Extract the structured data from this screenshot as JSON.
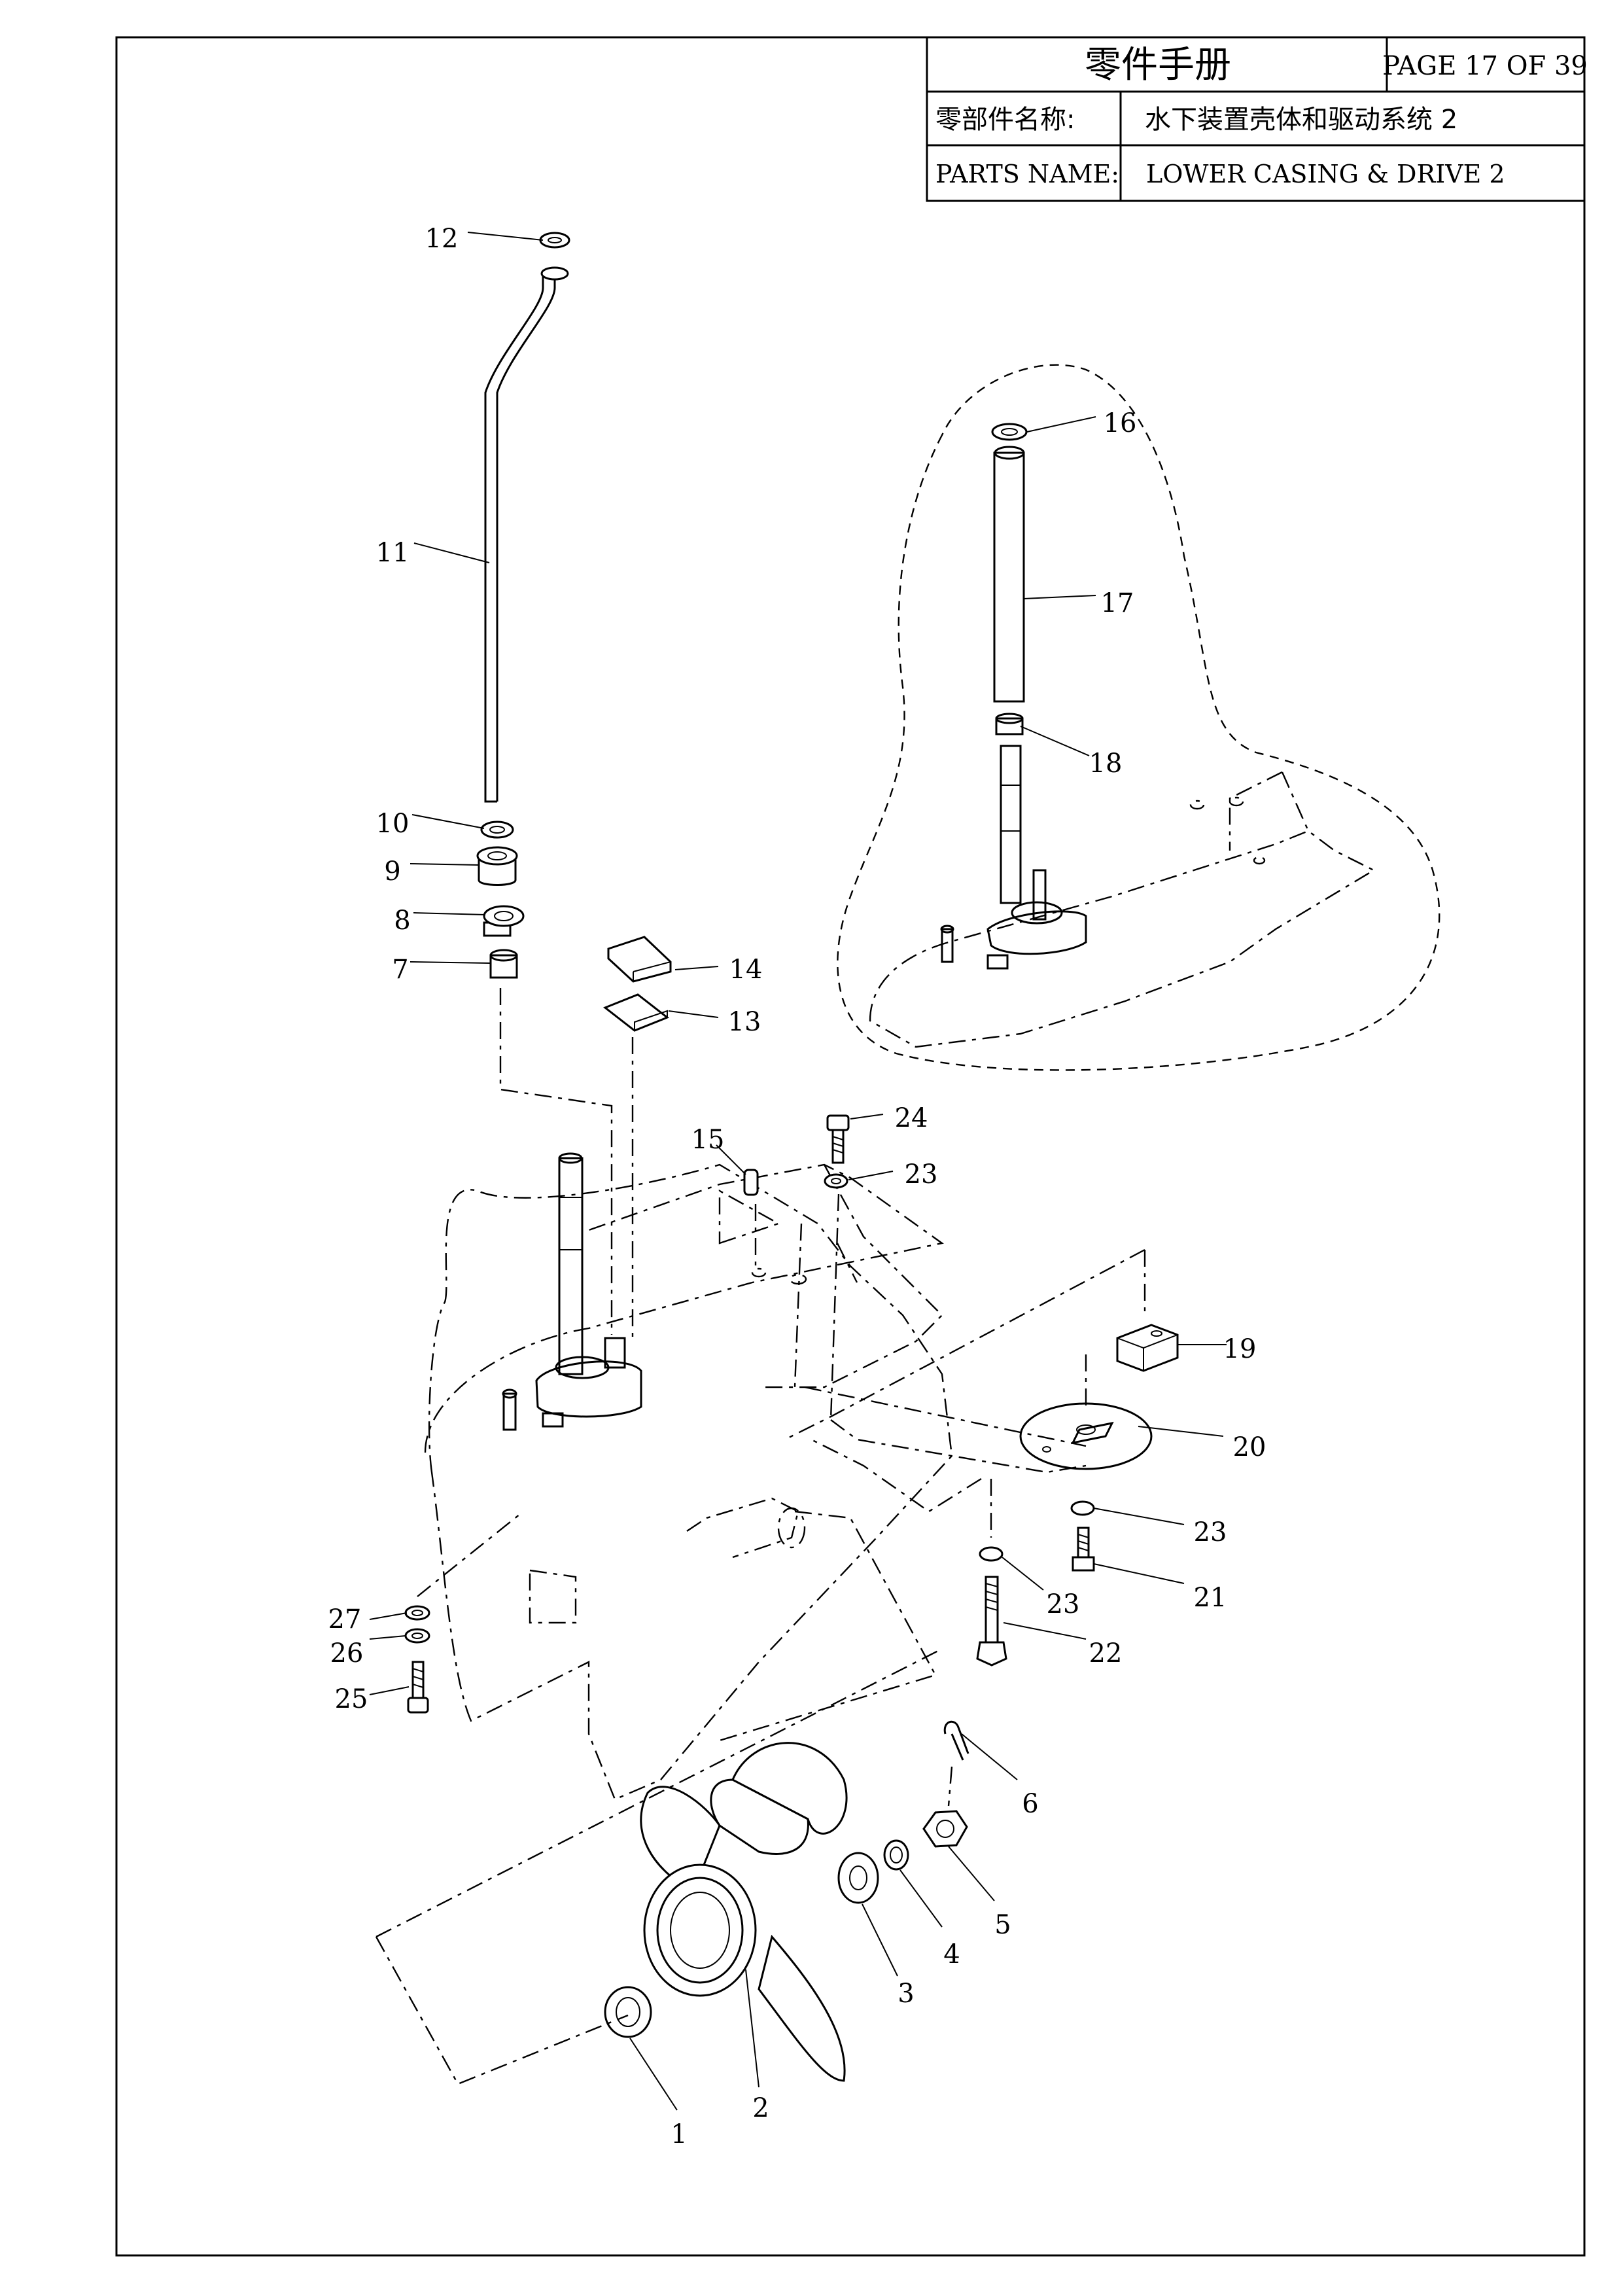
{
  "title_block": {
    "manual_title": "零件手册",
    "page": "PAGE 17 OF 39",
    "cn_label": "零部件名称:",
    "cn_name": "水下装置壳体和驱动系统 2",
    "en_label": "PARTS NAME:",
    "en_name": "LOWER CASING & DRIVE 2"
  },
  "callouts": {
    "c1": "1",
    "c2": "2",
    "c3": "3",
    "c4": "4",
    "c5": "5",
    "c6": "6",
    "c7": "7",
    "c8": "8",
    "c9": "9",
    "c10": "10",
    "c11": "11",
    "c12": "12",
    "c13": "13",
    "c14": "14",
    "c15": "15",
    "c16": "16",
    "c17": "17",
    "c18": "18",
    "c19": "19",
    "c20": "20",
    "c21": "21",
    "c22": "22",
    "c23a": "23",
    "c23b": "23",
    "c23c": "23",
    "c24": "24",
    "c25": "25",
    "c26": "26",
    "c27": "27"
  }
}
